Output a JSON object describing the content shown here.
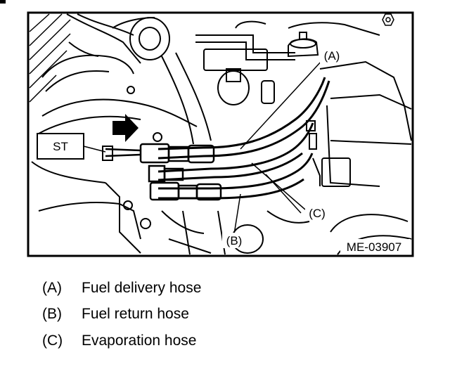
{
  "figure": {
    "tool_label": "ST",
    "callouts": [
      "(A)",
      "(B)",
      "(C)"
    ],
    "figure_id": "ME-03907"
  },
  "legend": [
    {
      "key": "(A)",
      "text": "Fuel delivery hose"
    },
    {
      "key": "(B)",
      "text": "Fuel return hose"
    },
    {
      "key": "(C)",
      "text": "Evaporation hose"
    }
  ],
  "colors": {
    "ink": "#000000",
    "paper": "#ffffff"
  }
}
